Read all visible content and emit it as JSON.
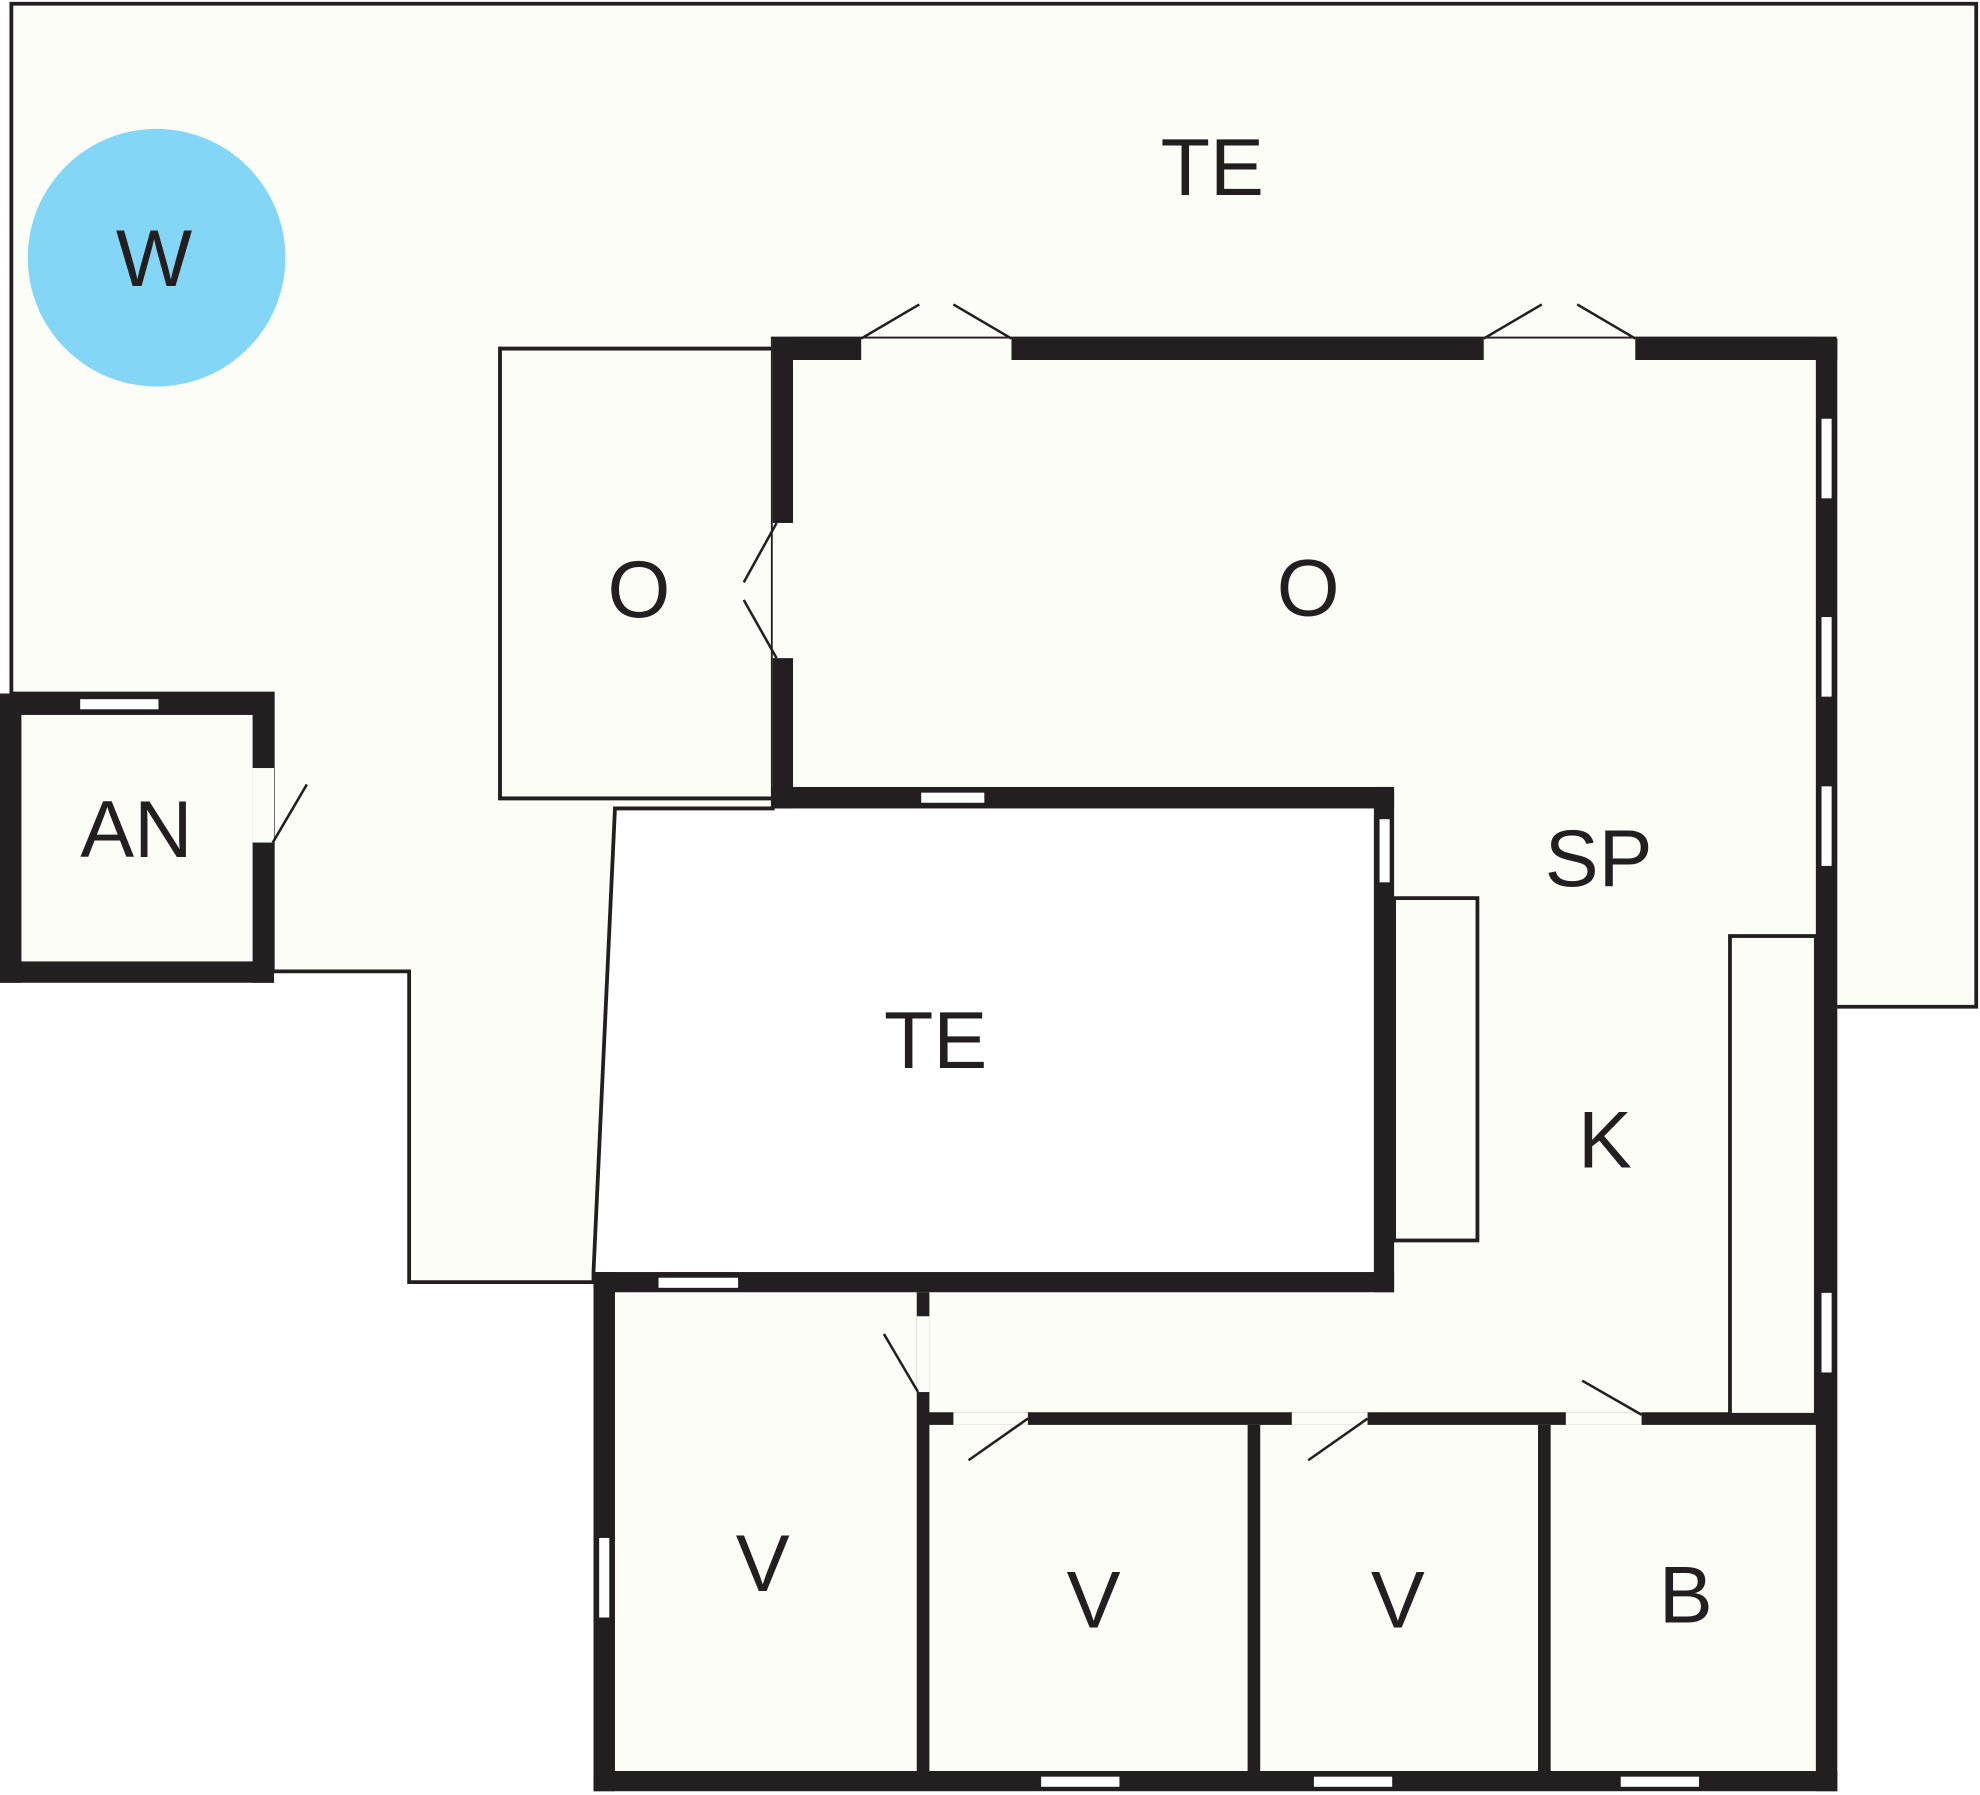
{
  "colors": {
    "wall": "#231f20",
    "floor": "#fdfdf8",
    "water": "#84d6f7"
  },
  "rooms": {
    "terrace_top": "TE",
    "water": "W",
    "storage_small": "O",
    "storage_main": "O",
    "annex": "AN",
    "dining": "SP",
    "terrace_middle": "TE",
    "kitchen": "K",
    "bedroom_1": "V",
    "bedroom_2": "V",
    "bedroom_3": "V",
    "bathroom": "B"
  }
}
